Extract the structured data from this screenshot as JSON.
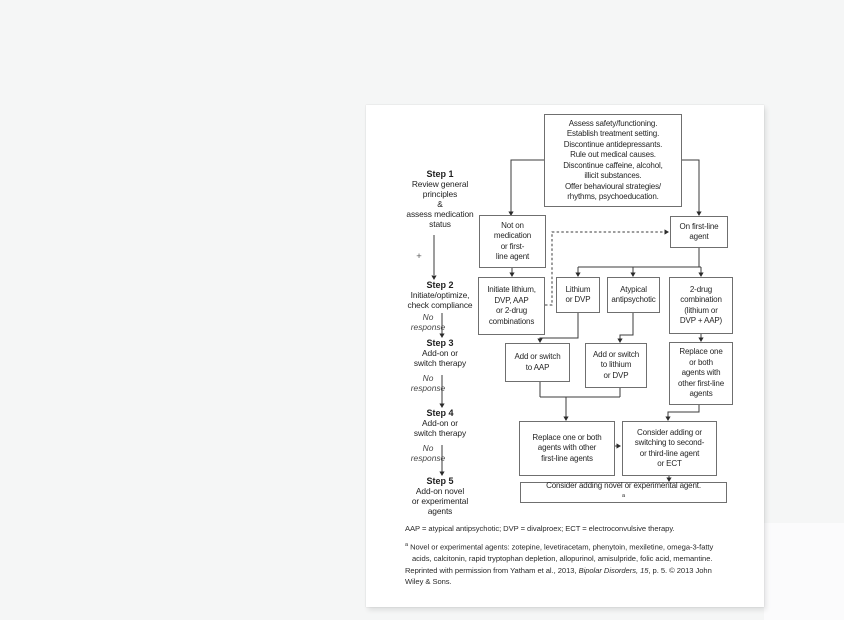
{
  "colors": {
    "background": "#f5f6f6",
    "page": "#ffffff",
    "line": "#3b3b3b",
    "box_border": "#6f6f6f",
    "text": "#2b2b2b"
  },
  "steps": [
    {
      "title": "Step 1",
      "body": "Review general\nprinciples\n&\nassess medication\nstatus"
    },
    {
      "title": "Step 2",
      "body": "Initiate/optimize,\ncheck compliance"
    },
    {
      "title": "Step 3",
      "body": "Add-on or\nswitch therapy"
    },
    {
      "title": "Step 4",
      "body": "Add-on or\nswitch therapy"
    },
    {
      "title": "Step 5",
      "body": "Add-on novel\nor experimental\nagents"
    }
  ],
  "labels": {
    "plus": "+",
    "no_response": "No\nresponse"
  },
  "boxes": {
    "assess": "Assess safety/functioning.\nEstablish treatment setting.\nDiscontinue antidepressants.\nRule out medical causes.\nDiscontinue caffeine, alcohol,\nillicit substances.\nOffer behavioural strategies/\nrhythms, psychoeducation.",
    "not_on_medication": "Not on\nmedication\nor first-\nline agent",
    "on_first_line": "On first-line\nagent",
    "initiate": "Initiate lithium,\nDVP, AAP\nor 2-drug\ncombinations",
    "lithium_or_dvp": "Lithium\nor DVP",
    "atypical": "Atypical\nantipsychotic",
    "two_drug": "2-drug\ncombination\n(lithium or\nDVP + AAP)",
    "add_switch_aap": "Add or switch\nto AAP",
    "add_switch_lithium": "Add or switch\nto lithium\nor DVP",
    "replace_one_or_both": "Replace one\nor both\nagents with\nother first-line\nagents",
    "replace_wide": "Replace one or both\nagents with other\nfirst-line agents",
    "consider_second_third": "Consider adding or\nswitching to second-\nor third-line agent\nor ECT",
    "consider_novel": "Consider adding novel or experimental agent.",
    "consider_novel_sup": "a"
  },
  "footnotes": {
    "abbrev": "AAP = atypical antipsychotic; DVP = divalproex; ECT = electroconvulsive therapy.",
    "novel_sup": "a",
    "novel": " Novel or experimental agents: zotepine, levetiracetam, phenytoin, mexiletine, omega-3-fatty\nacids, calcitonin, rapid tryptophan depletion, allopurinol, amisulpride, folic acid, memantine.",
    "reprint_prefix": "Reprinted with permission from Yatham et al., 2013, ",
    "reprint_italic": "Bipolar Disorders, 15",
    "reprint_suffix": ", p. 5. © 2013 John\nWiley & Sons."
  }
}
